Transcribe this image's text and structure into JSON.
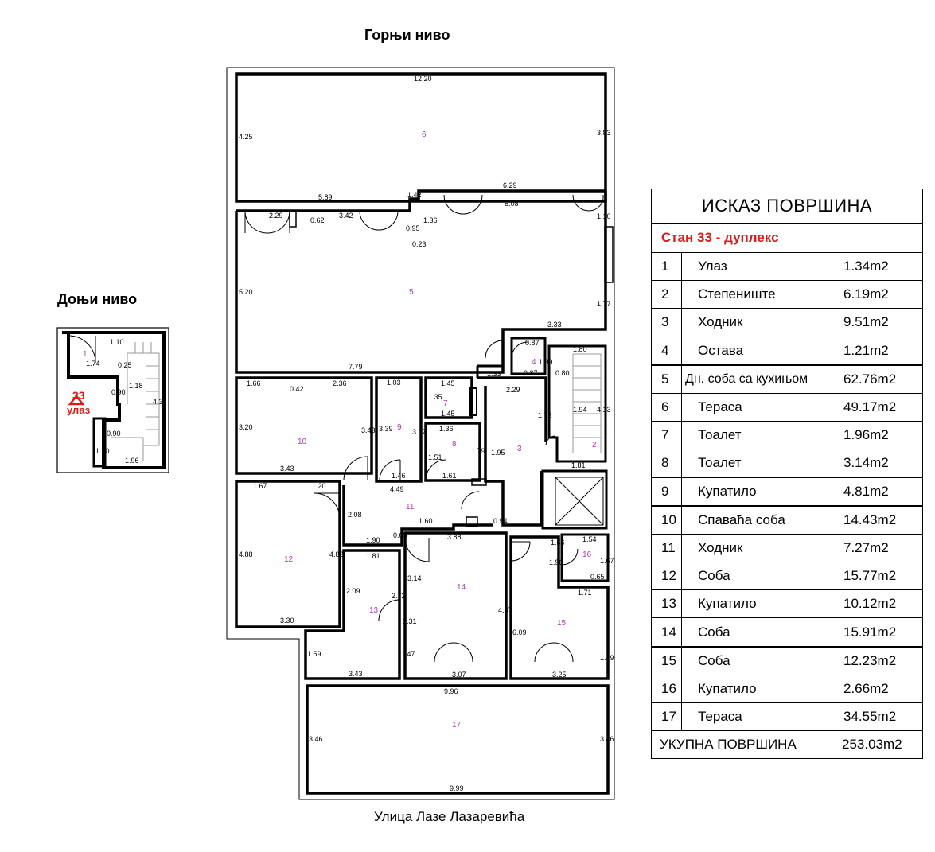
{
  "plan": {
    "upper_title": "Горњи ниво",
    "lower_title": "Доњи ниво",
    "street": "Улица Лазе Лазаревића",
    "entrance_number": "33",
    "entrance_label": "улаз",
    "room_numbers": [
      "1",
      "2",
      "3",
      "4",
      "5",
      "6",
      "7",
      "8",
      "9",
      "10",
      "11",
      "12",
      "13",
      "14",
      "15",
      "16",
      "17"
    ],
    "dims": {
      "d6_top": "12.20",
      "d6_left": "4.25",
      "d6_right": "3.83",
      "d6_bot": "5.89",
      "d6_bot2": "6.29",
      "d6_mid": "1.42",
      "d5_a": "3.42",
      "d5_b": "2.29",
      "d5_c": "0.62",
      "d5_d": "0.95",
      "d5_e": "1.36",
      "d5_f": "6.08",
      "d5_g": "1.10",
      "d5_left": "5.20",
      "d5_right": "1.77",
      "d5_bot": "7.79",
      "d5_br": "3.33",
      "d5_h": "0.23",
      "d10_top": "1.66",
      "d10_t2": "2.36",
      "d10_left": "3.20",
      "d10_r": "3.43",
      "d10_bot": "3.43",
      "d10_s": "0.42",
      "d9_top": "1.03",
      "d9_l": "3.39",
      "d9_r": "3.17",
      "d9_bot": "1.46",
      "d7_top": "1.45",
      "d7_l": "1.35",
      "d7_b": "1.45",
      "d8_top": "1.36",
      "d8_l": "1.51",
      "d8_r": "1.79",
      "d8_b": "1.61",
      "d3_top": "2.29",
      "d3_l": "1.95",
      "d3_r": "1.72",
      "d3_s": "1.33",
      "d4_a": "0.87",
      "d4_b": "0.87",
      "d4_c": "1.39",
      "d2_a": "1.80",
      "d2_b": "0.80",
      "d2_c": "1.94",
      "d2_d": "4.13",
      "d2_e": "1.81",
      "d11_a": "4.49",
      "d11_b": "1.90",
      "d11_c": "1.60",
      "d11_d": "0.94",
      "d11_e": "2.08",
      "d11_f": "0.65",
      "d12_top": "1.67",
      "d12_l": "4.88",
      "d12_r": "4.82",
      "d12_b": "3.30",
      "d12_s": "1.20",
      "d13_top": "1.81",
      "d13_l": "2.09",
      "d13_r": "2.72",
      "d13_b": "3.43",
      "d13_c": "1.47",
      "d13_d": "1.59",
      "d13_e": "1.31",
      "d14_top": "3.88",
      "d14_l": "3.14",
      "d14_r": "4.87",
      "d14_b": "3.07",
      "d15_top": "1.56",
      "d15_l": "6.09",
      "d15_r": "1.49",
      "d15_b": "3.25",
      "d15_c": "1.96",
      "d16_a": "1.54",
      "d16_b": "1.67",
      "d16_c": "0.65",
      "d16_d": "1.71",
      "d17_top": "9.96",
      "d17_l": "3.46",
      "d17_r": "3.46",
      "d17_b": "9.99",
      "dl_a": "1.10",
      "dl_b": "1.74",
      "dl_c": "0.25",
      "dl_d": "0.90",
      "dl_e": "1.18",
      "dl_f": "4.32",
      "dl_g": "1.96",
      "dl_h": "1.20",
      "dl_i": "0.90"
    }
  },
  "table": {
    "title": "ИСКАЗ ПОВРШИНА",
    "subtitle": "Стан 33 - дуплекс",
    "rows": [
      {
        "n": "1",
        "name": "Улаз",
        "area": "1.34m2"
      },
      {
        "n": "2",
        "name": "Степениште",
        "area": "6.19m2"
      },
      {
        "n": "3",
        "name": "Ходник",
        "area": "9.51m2"
      },
      {
        "n": "4",
        "name": "Остава",
        "area": "1.21m2"
      },
      {
        "n": "5",
        "name": "Дн. соба са кухињом",
        "area": "62.76m2"
      },
      {
        "n": "6",
        "name": "Тераса",
        "area": "49.17m2"
      },
      {
        "n": "7",
        "name": "Тоалет",
        "area": "1.96m2"
      },
      {
        "n": "8",
        "name": "Тоалет",
        "area": "3.14m2"
      },
      {
        "n": "9",
        "name": "Купатило",
        "area": "4.81m2"
      },
      {
        "n": "10",
        "name": "Спаваћа соба",
        "area": "14.43m2"
      },
      {
        "n": "11",
        "name": "Ходник",
        "area": "7.27m2"
      },
      {
        "n": "12",
        "name": "Соба",
        "area": "15.77m2"
      },
      {
        "n": "13",
        "name": "Купатило",
        "area": "10.12m2"
      },
      {
        "n": "14",
        "name": "Соба",
        "area": "15.91m2"
      },
      {
        "n": "15",
        "name": "Соба",
        "area": "12.23m2"
      },
      {
        "n": "16",
        "name": "Купатило",
        "area": "2.66m2"
      },
      {
        "n": "17",
        "name": "Тераса",
        "area": "34.55m2"
      }
    ],
    "total_label": "УКУПНА ПОВРШИНА",
    "total_value": "253.03m2"
  },
  "colors": {
    "accent_red": "#e01a1a",
    "room_label": "#b03ab5"
  }
}
